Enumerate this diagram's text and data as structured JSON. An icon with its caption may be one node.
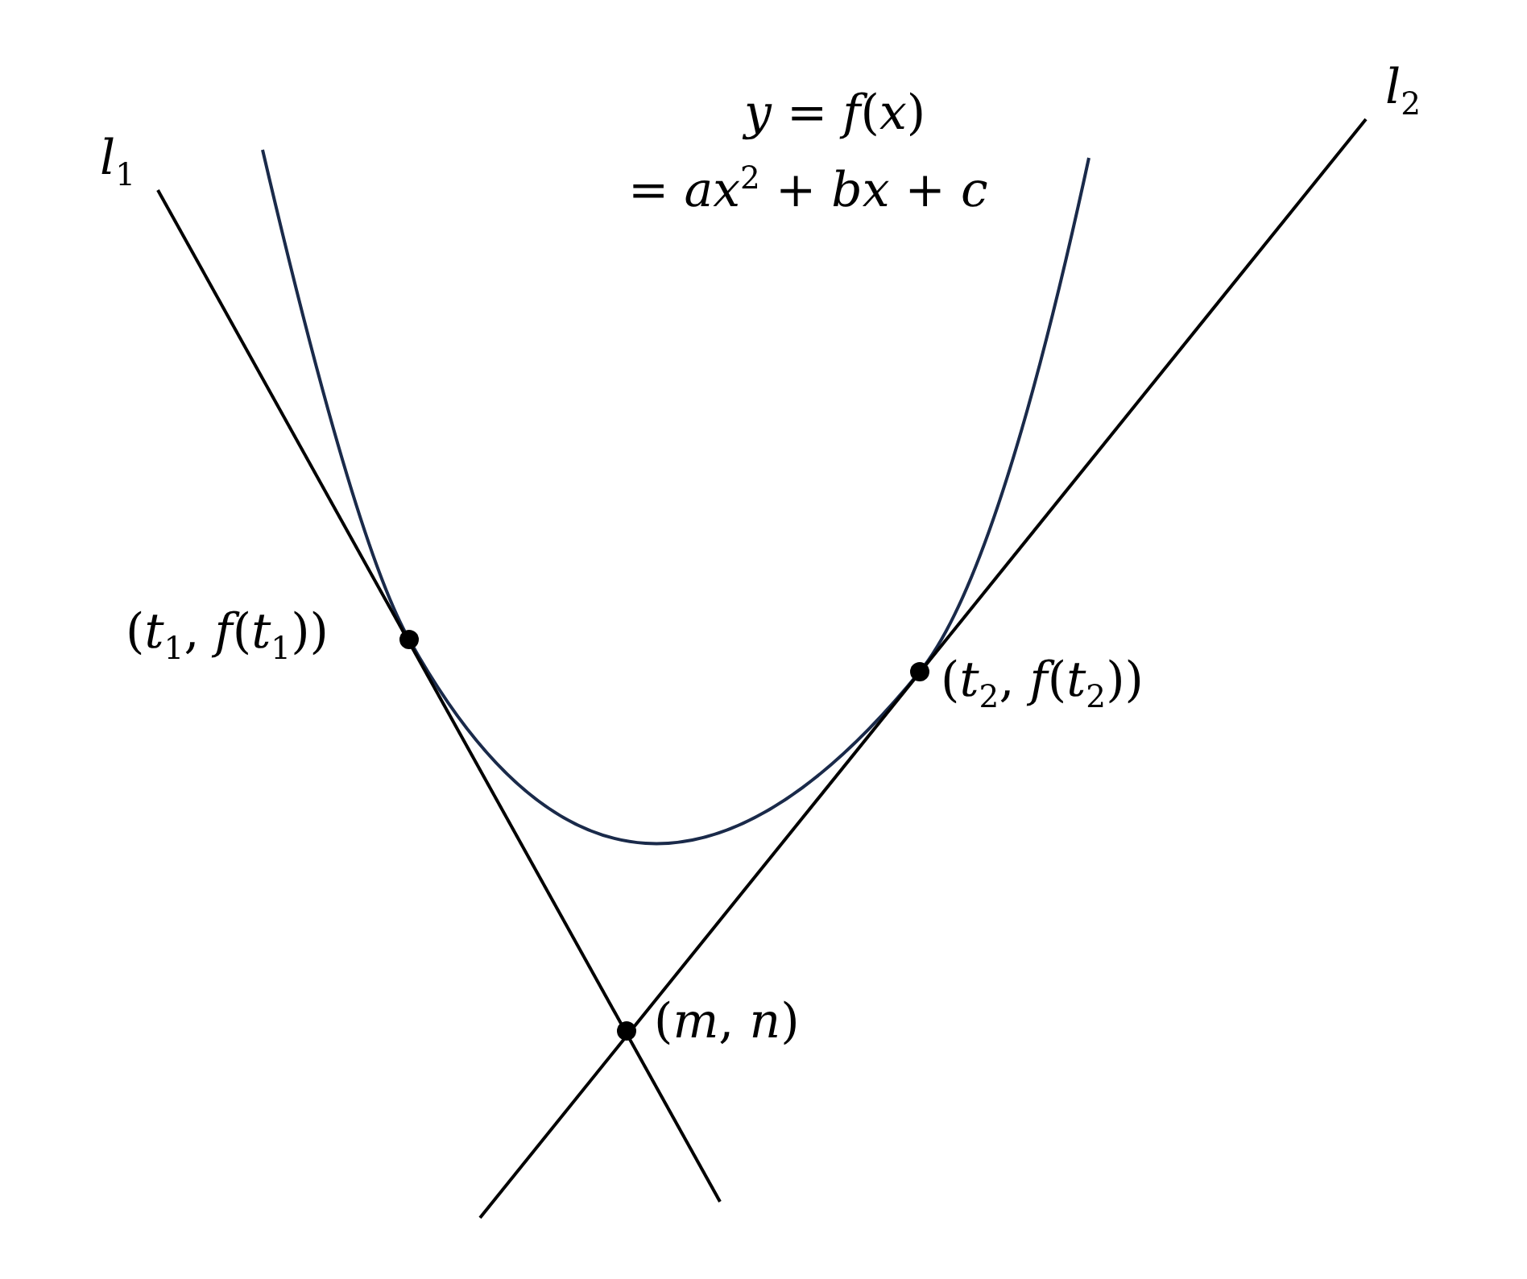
{
  "diagram": {
    "labels": [
      "*y* = *f*(*x*)",
      "= *ax*$^{2}$ + *bx* + *c*",
      "*l*$_{1}$",
      "*l*$_{2}$",
      "(*t*$_{1}$, *f*(*t*$_{1}$))",
      "(*t*$_{2}$, *f*(*t*$_{2}$))",
      "(*m*, *n*)"
    ]
  }
}
